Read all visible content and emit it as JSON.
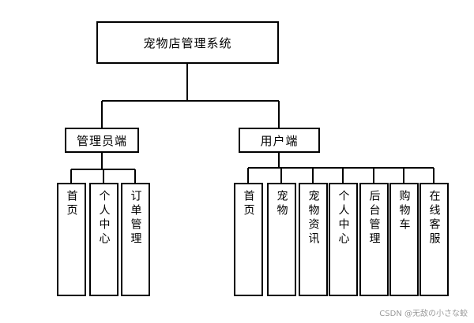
{
  "title": "宠物店管理系统",
  "admin": {
    "label": "管理员端",
    "items": [
      "首页",
      "个人中心",
      "订单管理"
    ]
  },
  "user": {
    "label": "用户端",
    "items": [
      "首页",
      "宠物",
      "宠物资讯",
      "个人中心",
      "后台管理",
      "购物车",
      "在线客服"
    ]
  },
  "watermark": "CSDN @无敌の小さな蛟"
}
